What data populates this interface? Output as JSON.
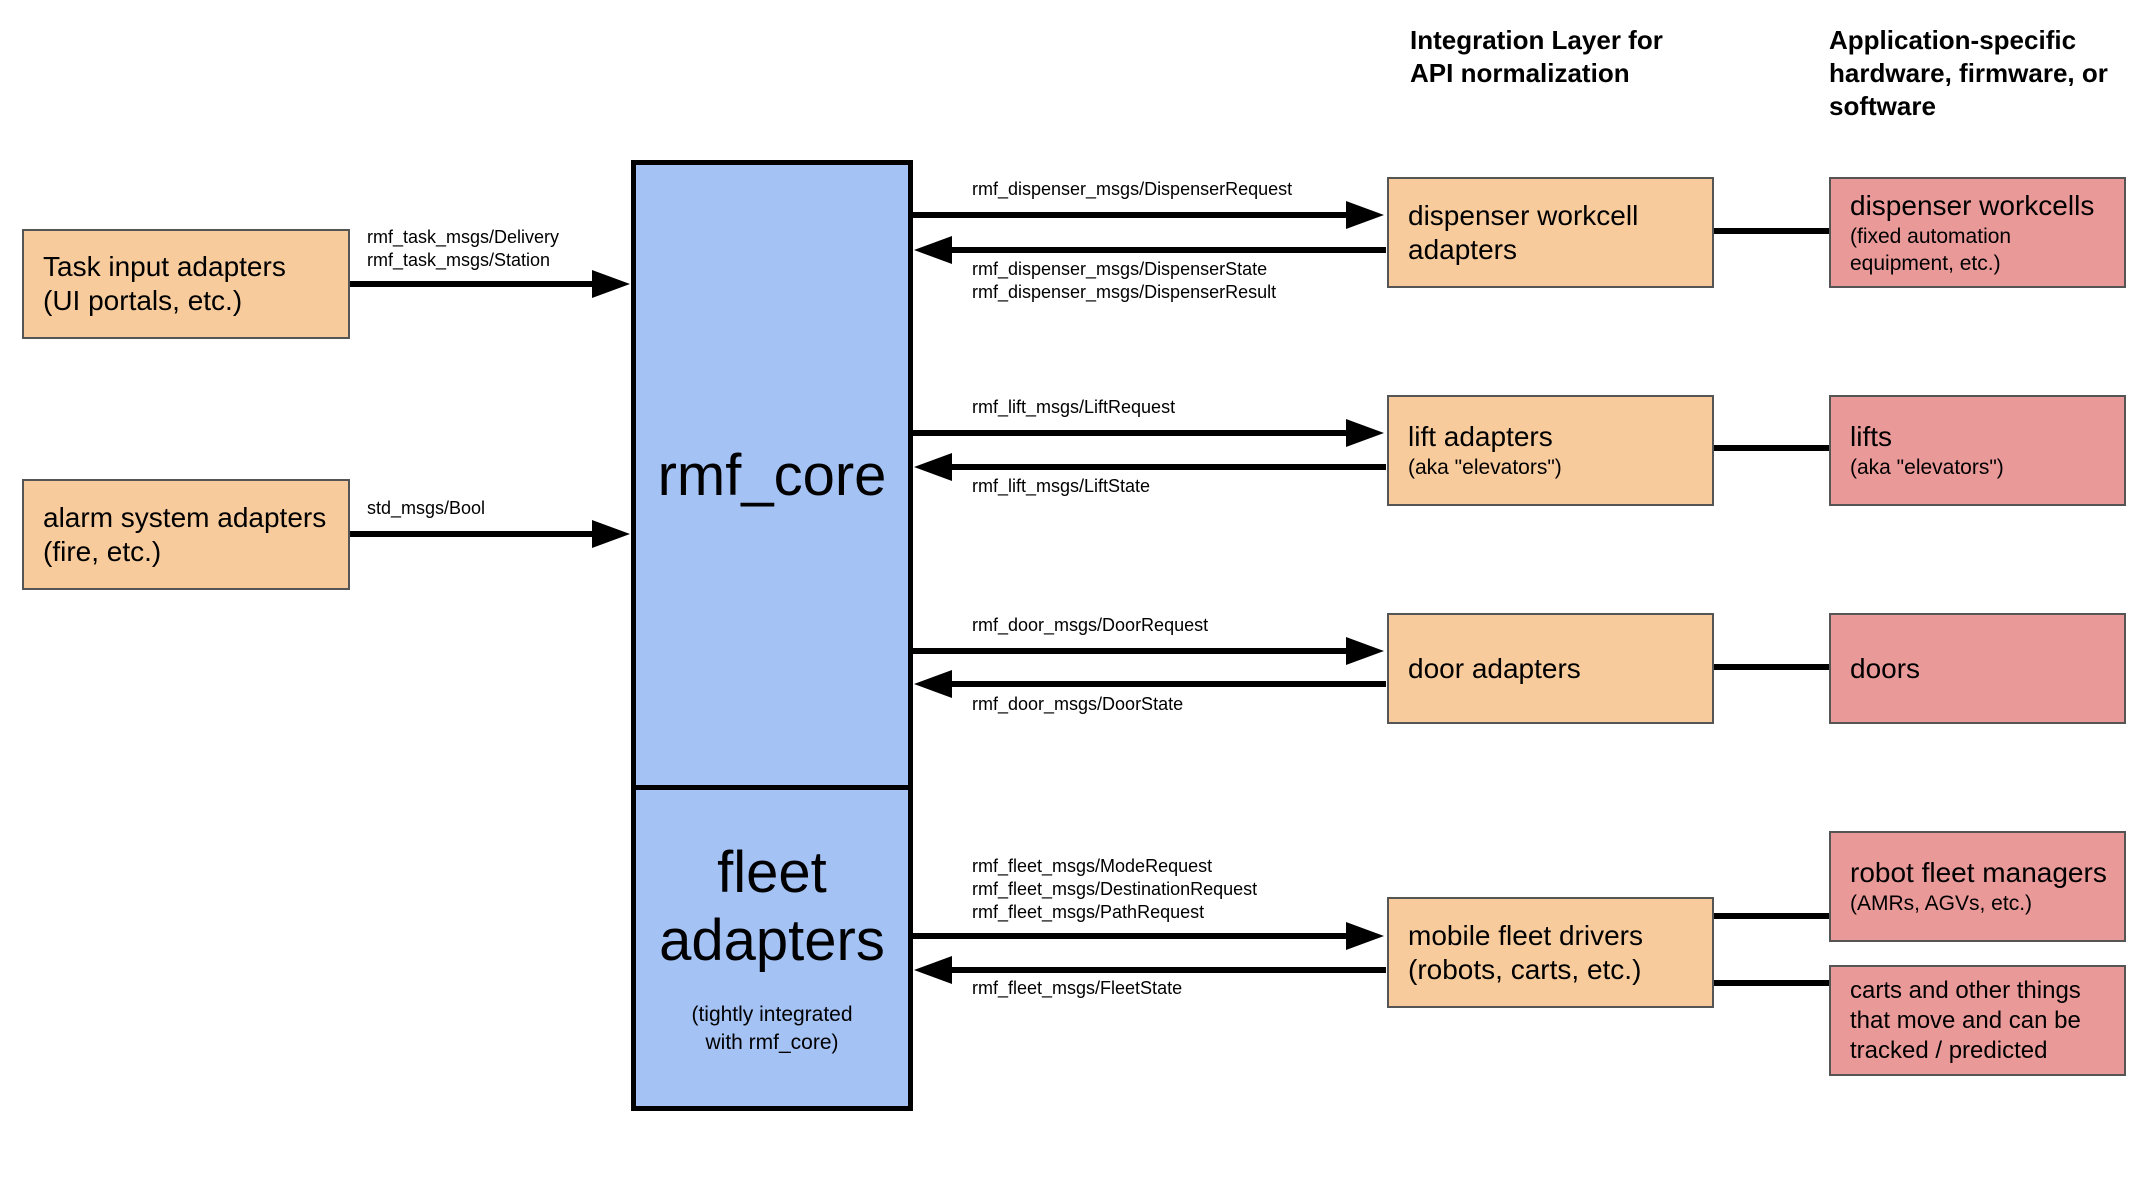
{
  "headers": {
    "integration_layer": "Integration Layer for\nAPI normalization",
    "application_specific": "Application-specific\nhardware, firmware, or\nsoftware"
  },
  "core": {
    "rmf_core": "rmf_core",
    "fleet_adapters": "fleet\nadapters",
    "fleet_adapters_note": "(tightly integrated\nwith rmf_core)"
  },
  "inputs": {
    "task": {
      "label": "Task input adapters\n(UI portals, etc.)",
      "messages": "rmf_task_msgs/Delivery\nrmf_task_msgs/Station"
    },
    "alarm": {
      "label": "alarm system adapters\n(fire, etc.)",
      "messages": "std_msgs/Bool"
    }
  },
  "links": {
    "dispenser": {
      "adapter": "dispenser workcell\nadapters",
      "request_msgs": "rmf_dispenser_msgs/DispenserRequest",
      "state_msgs": "rmf_dispenser_msgs/DispenserState\nrmf_dispenser_msgs/DispenserResult",
      "device": "dispenser workcells",
      "device_note": "(fixed automation\nequipment, etc.)"
    },
    "lift": {
      "adapter": "lift adapters",
      "adapter_note": "(aka \"elevators\")",
      "request_msgs": "rmf_lift_msgs/LiftRequest",
      "state_msgs": "rmf_lift_msgs/LiftState",
      "device": "lifts",
      "device_note": "(aka \"elevators\")"
    },
    "door": {
      "adapter": "door adapters",
      "request_msgs": "rmf_door_msgs/DoorRequest",
      "state_msgs": "rmf_door_msgs/DoorState",
      "device": "doors"
    },
    "fleet": {
      "adapter": "mobile fleet drivers\n(robots, carts, etc.)",
      "request_msgs": "rmf_fleet_msgs/ModeRequest\nrmf_fleet_msgs/DestinationRequest\nrmf_fleet_msgs/PathRequest",
      "state_msgs": "rmf_fleet_msgs/FleetState",
      "device_managers": "robot fleet managers",
      "device_managers_note": "(AMRs, AGVs, etc.)",
      "device_carts": "carts and other things\nthat move and can be\ntracked / predicted"
    }
  },
  "colors": {
    "adapter_fill": "#f8cb9c",
    "device_fill": "#ea9999",
    "core_fill": "#a4c2f4",
    "arrow": "#000000"
  }
}
